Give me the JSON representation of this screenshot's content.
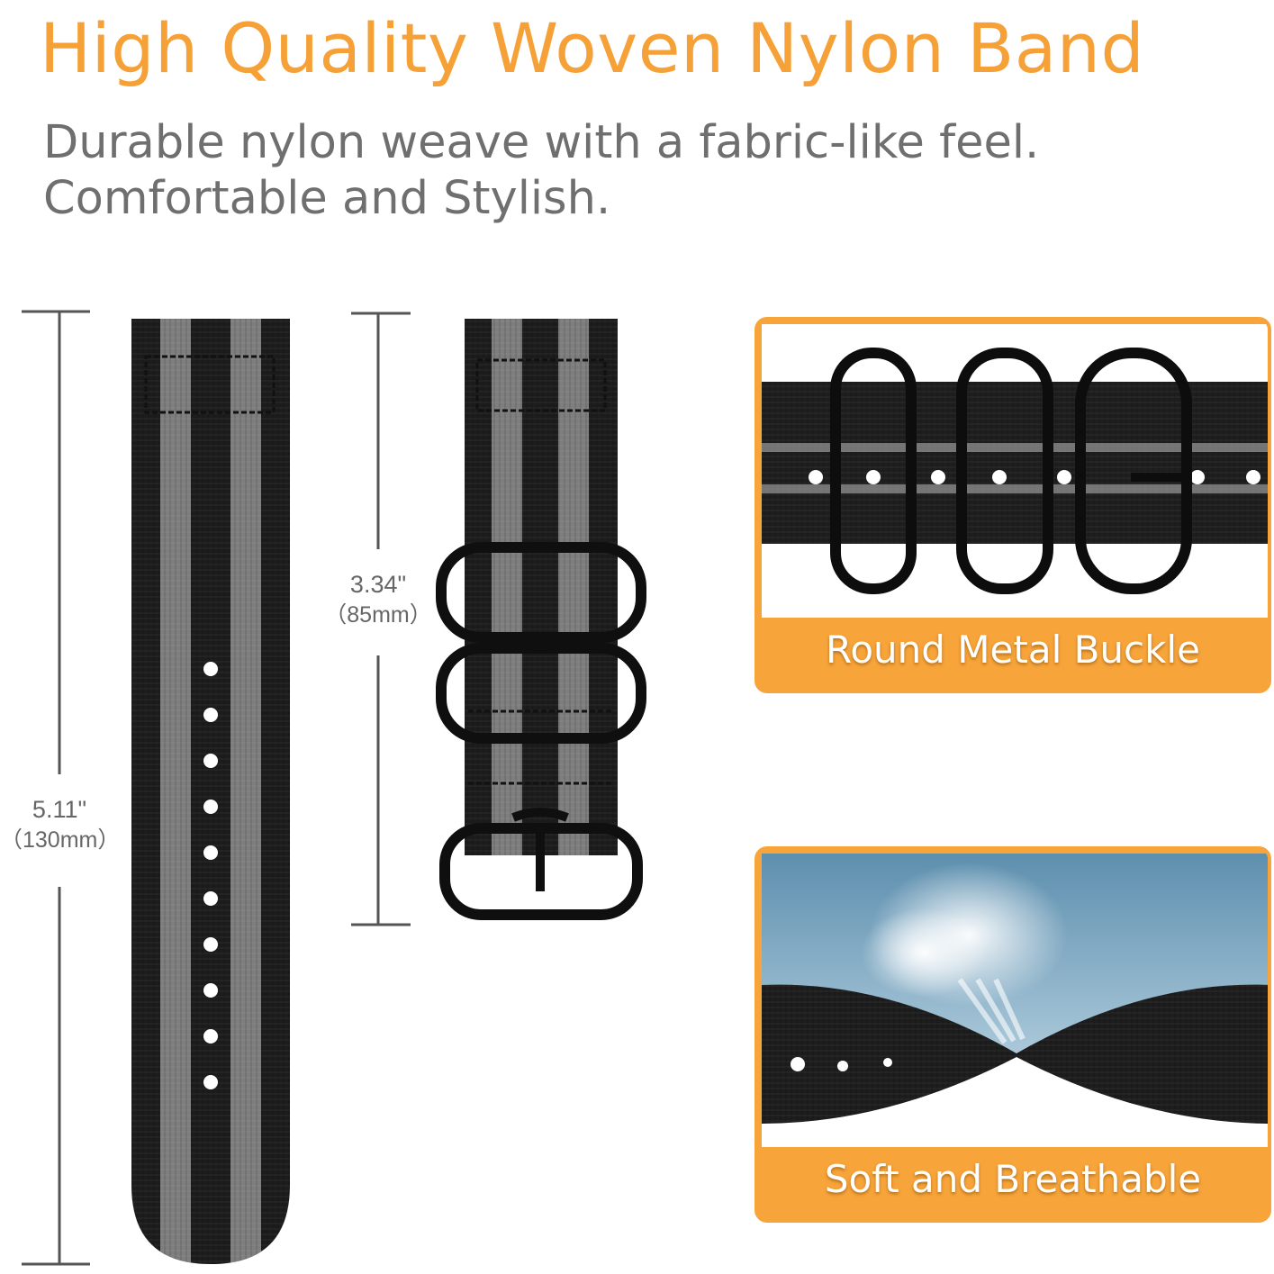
{
  "header": {
    "title": "High Quality Woven Nylon Band",
    "subtitle_line1": "Durable nylon weave with a fabric-like feel.",
    "subtitle_line2": "Comfortable and Stylish."
  },
  "measurements": {
    "long_strap": {
      "inches": "5.11\"",
      "mm": "（130mm）"
    },
    "short_strap": {
      "inches": "3.34\"",
      "mm": "（85mm）"
    }
  },
  "features": [
    {
      "caption": "Round Metal Buckle",
      "icon": "buckle-closeup-photo"
    },
    {
      "caption": "Soft and Breathable",
      "icon": "breathable-fabric-photo"
    }
  ],
  "colors": {
    "accent": "#f5a137",
    "text_gray": "#6f6f6f",
    "strap_black": "#1c1c1c",
    "strap_gray": "#7e7e7e"
  }
}
